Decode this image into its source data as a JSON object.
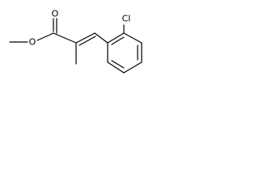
{
  "molecule": {
    "atoms": {
      "carbonyl_oxygen": "O",
      "ester_oxygen": "O",
      "chlorine": "Cl"
    }
  }
}
